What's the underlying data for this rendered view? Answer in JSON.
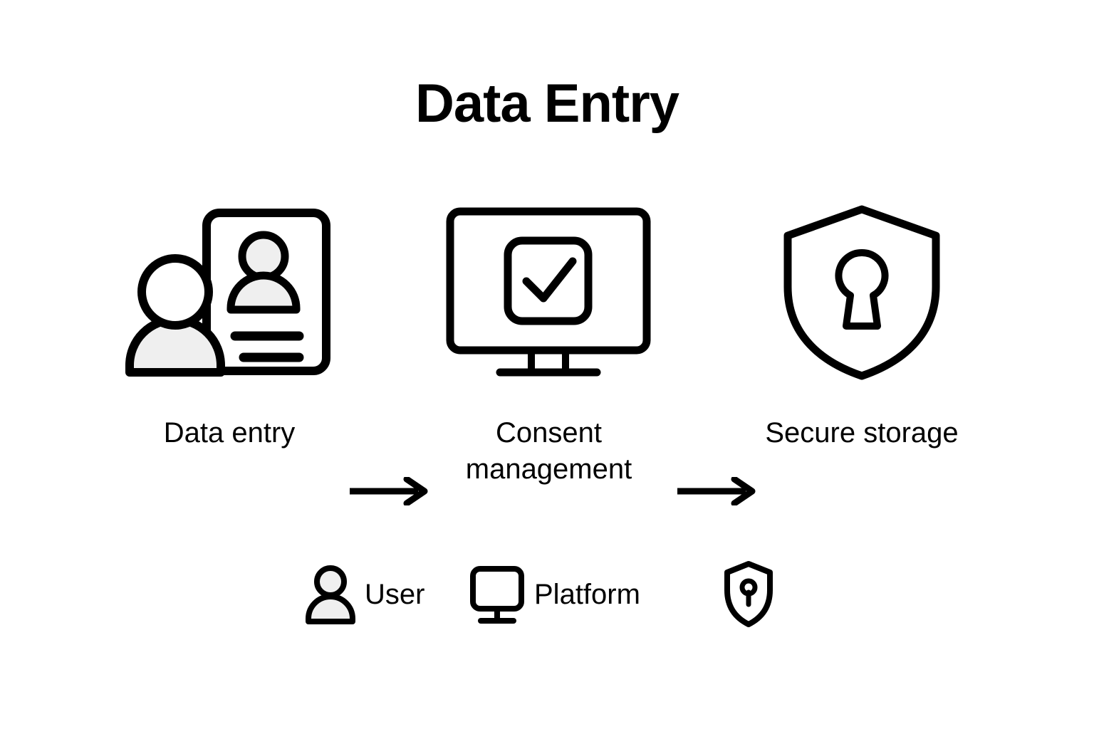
{
  "title": "Data Entry",
  "colors": {
    "stroke": "#000000",
    "background": "#ffffff",
    "icon_fill": "#efefef"
  },
  "flow": {
    "steps": [
      {
        "id": "data-entry",
        "label": "Data entry",
        "icon": "user-id-card-icon"
      },
      {
        "id": "consent-management",
        "label": "Consent\nmanagement",
        "icon": "monitor-checkmark-icon"
      },
      {
        "id": "secure-storage",
        "label": "Secure storage",
        "icon": "shield-keyhole-icon"
      }
    ],
    "arrows": [
      {
        "id": "arrow-1",
        "icon": "arrow-right-icon"
      },
      {
        "id": "arrow-2",
        "icon": "arrow-right-icon"
      }
    ]
  },
  "legend": {
    "items": [
      {
        "id": "user",
        "label": "User",
        "icon": "person-icon"
      },
      {
        "id": "platform",
        "label": "Platform",
        "icon": "monitor-icon"
      },
      {
        "id": "storage",
        "label": "",
        "icon": "shield-key-icon"
      }
    ]
  }
}
